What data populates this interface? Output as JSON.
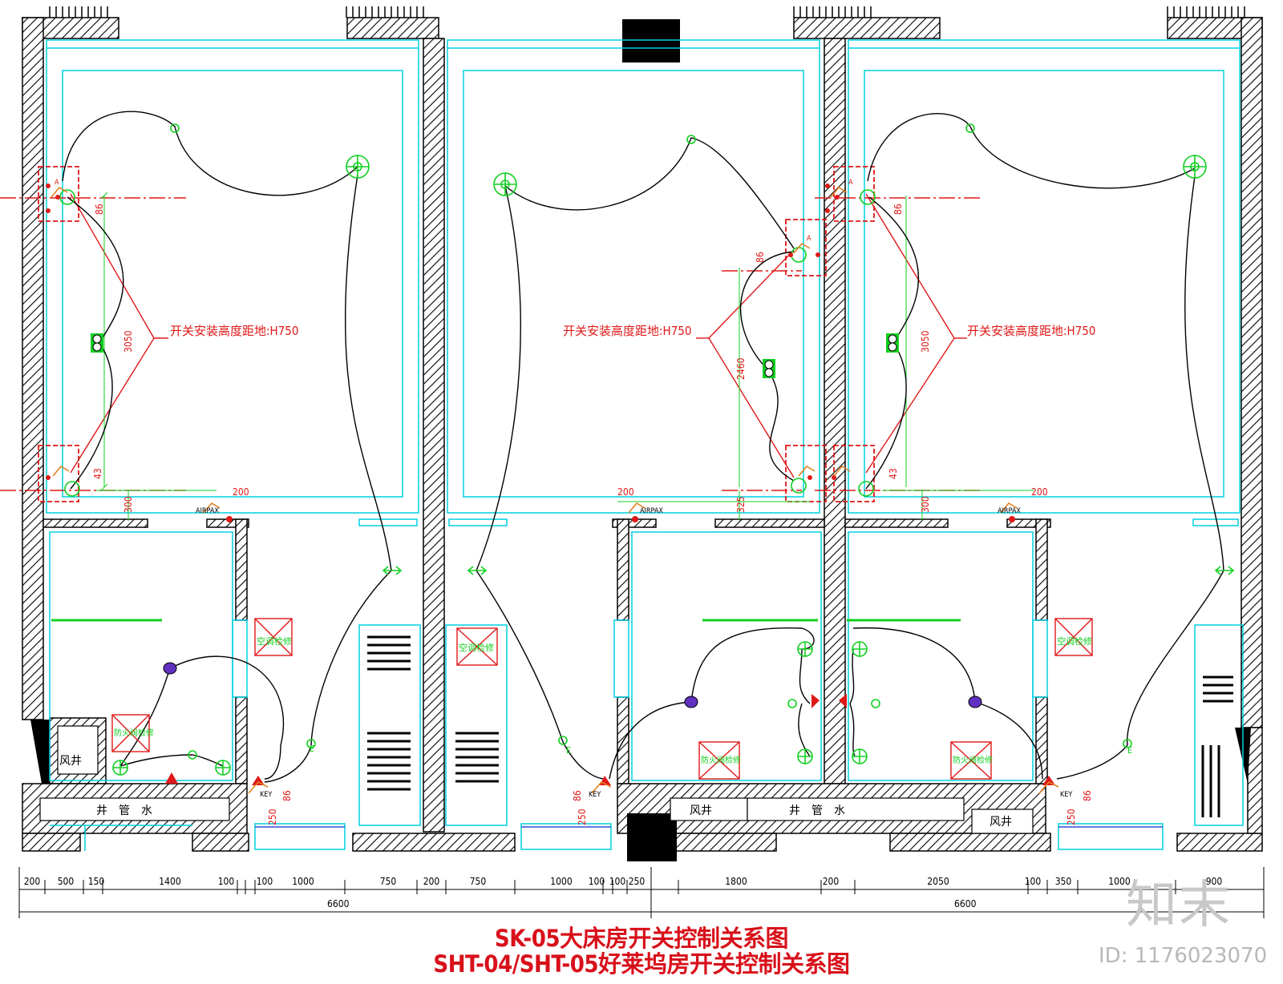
{
  "labels": {
    "switch_height": "开关安装高度距地:H750",
    "airpax": "AIRPAX",
    "key": "KEY",
    "ac_access": "空调检修",
    "fire_damper_access": "防火阀检修",
    "air_shaft": "风井",
    "pipe_well": "井　管　水",
    "a_mark": "A",
    "e_mark": "E"
  },
  "dims": {
    "d86": "86",
    "d3050": "3050",
    "d43": "43",
    "d300": "300",
    "d200": "200",
    "d2460": "2460",
    "d325": "325",
    "d250": "250"
  },
  "bottom_dims": [
    "200",
    "500",
    "150",
    "1400",
    "100",
    "100",
    "1000",
    "750",
    "200",
    "750",
    "1000",
    "100",
    "100",
    "250",
    "1800",
    "200",
    "2050",
    "100",
    "350",
    "1000",
    "900"
  ],
  "totals": [
    "6600",
    "6600"
  ],
  "titles": {
    "line1": "SK-05大床房开关控制关系图",
    "line2": "SHT-04/SHT-05好莱坞房开关控制关系图"
  },
  "watermark": {
    "brand": "知末",
    "id": "ID: 1176023070"
  },
  "colors": {
    "wall_hatch": "#000000",
    "cyan": "#00d0e0",
    "red": "#e01818",
    "green": "#10d020",
    "blue": "#3050d0",
    "purple": "#7030b0"
  }
}
